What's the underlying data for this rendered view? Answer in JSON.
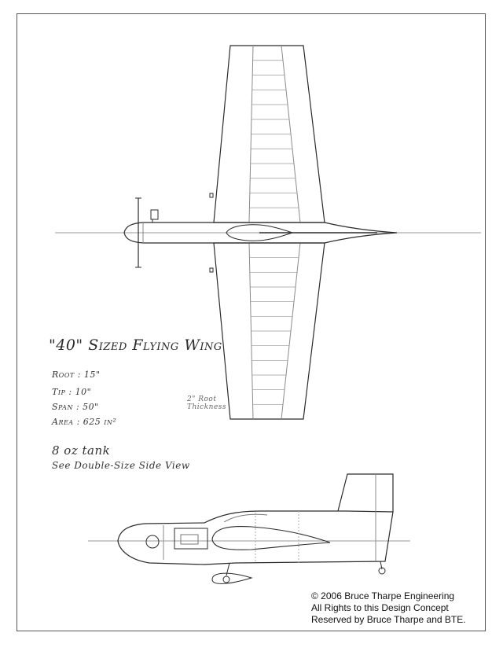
{
  "drawing": {
    "title": "\"40\" Sized Flying Wing",
    "specs": {
      "root": "Root : 15\"",
      "tip": "Tip : 10\"",
      "span": "Span : 50\"",
      "area": "Area : 625 in²"
    },
    "thickness_note": "2\" Root Thickness",
    "tank_note": "8 oz tank",
    "side_view_note": "See Double-Size Side View"
  },
  "copyright": {
    "line1": "© 2006 Bruce Tharpe Engineering",
    "line2": "All Rights to this Design Concept",
    "line3": "Reserved by Bruce Tharpe and BTE."
  },
  "colors": {
    "line": "#2b2b2b",
    "light_line": "#8a8a8a",
    "frame": "#555555"
  }
}
